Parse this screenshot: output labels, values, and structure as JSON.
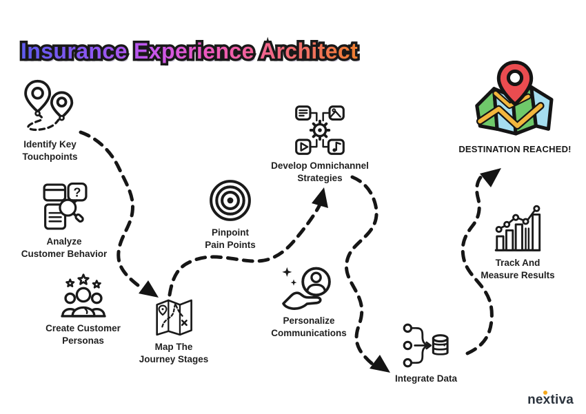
{
  "title": {
    "text": "Insurance Experience Architect",
    "gradient_colors": [
      "#5E5BEE",
      "#8F57F2",
      "#EE59C0",
      "#F2658F",
      "#EF7E2F"
    ],
    "outline_color": "#191919"
  },
  "steps": [
    {
      "id": "identify-key-touchpoints",
      "line1": "Identify Key",
      "line2": "Touchpoints",
      "icon": "map-pins-route-icon"
    },
    {
      "id": "analyze-customer-behavior",
      "line1": "Analyze",
      "line2": "Customer Behavior",
      "icon": "research-magnifier-icon"
    },
    {
      "id": "create-customer-personas",
      "line1": "Create Customer",
      "line2": "Personas",
      "icon": "people-stars-icon"
    },
    {
      "id": "map-the-journey-stages",
      "line1": "Map The",
      "line2": "Journey Stages",
      "icon": "folded-map-route-icon"
    },
    {
      "id": "pinpoint-pain-points",
      "line1": "Pinpoint",
      "line2": "Pain Points",
      "icon": "target-icon"
    },
    {
      "id": "develop-omnichannel-strategies",
      "line1": "Develop Omnichannel",
      "line2": "Strategies",
      "icon": "gear-channels-icon"
    },
    {
      "id": "personalize-communications",
      "line1": "Personalize",
      "line2": "Communications",
      "icon": "hand-person-icon"
    },
    {
      "id": "integrate-data",
      "line1": "Integrate Data",
      "line2": "",
      "icon": "merge-database-icon"
    },
    {
      "id": "track-and-measure-results",
      "line1": "Track And",
      "line2": "Measure Results",
      "icon": "bar-chart-trend-icon"
    }
  ],
  "destination": {
    "label": "DESTINATION REACHED!",
    "icon": "colorful-map-pin-icon"
  },
  "brand": {
    "name": "nextiva",
    "dot_color": "#F5A81C",
    "text_color": "#2B333D"
  },
  "colors": {
    "background": "#FFFFFF",
    "path_stroke": "#161616",
    "icon_stroke": "#1A1A1A",
    "label_text": "#1F1F1F",
    "map_green": "#6FC96A",
    "map_blue": "#A5DEF0",
    "map_yellow": "#F2B63D",
    "pin_red": "#EA4C50"
  }
}
